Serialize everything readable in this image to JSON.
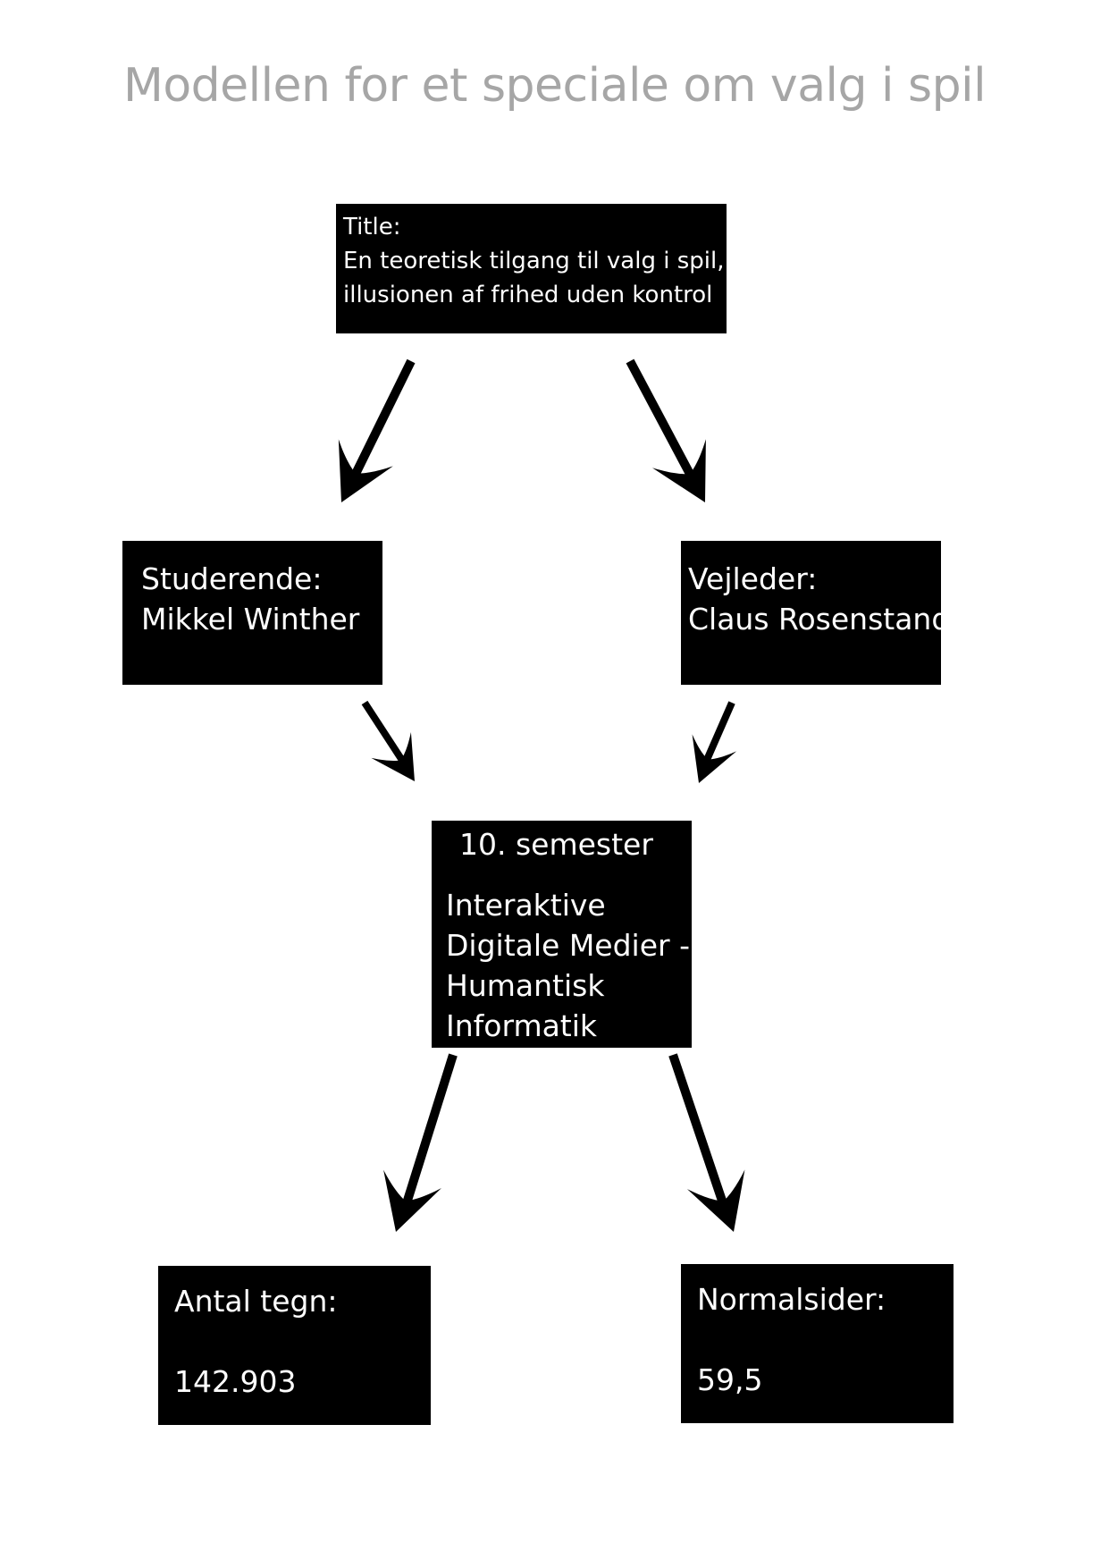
{
  "page": {
    "title": "Modellen for et speciale om valg i spil"
  },
  "colors": {
    "title_gray": "#a6a6a6",
    "box_bg": "#000000",
    "box_text": "#ffffff",
    "arrow": "#000000"
  },
  "boxes": {
    "title": {
      "lines": [
        "Title:",
        "En teoretisk tilgang til valg i spil,",
        "illusionen af frihed uden kontrol"
      ]
    },
    "student": {
      "label": "Studerende:",
      "name": "Mikkel Winther"
    },
    "supervisor": {
      "label": "Vejleder:",
      "name": "Claus Rosenstand"
    },
    "semester": {
      "semester": "10. semester",
      "program_lines": [
        "Interaktive",
        "Digitale Medier -",
        "Humantisk",
        "Informatik"
      ]
    },
    "characters": {
      "label": "Antal tegn:",
      "value": "142.903"
    },
    "pages": {
      "label": "Normalsider:",
      "value": "59,5"
    }
  }
}
